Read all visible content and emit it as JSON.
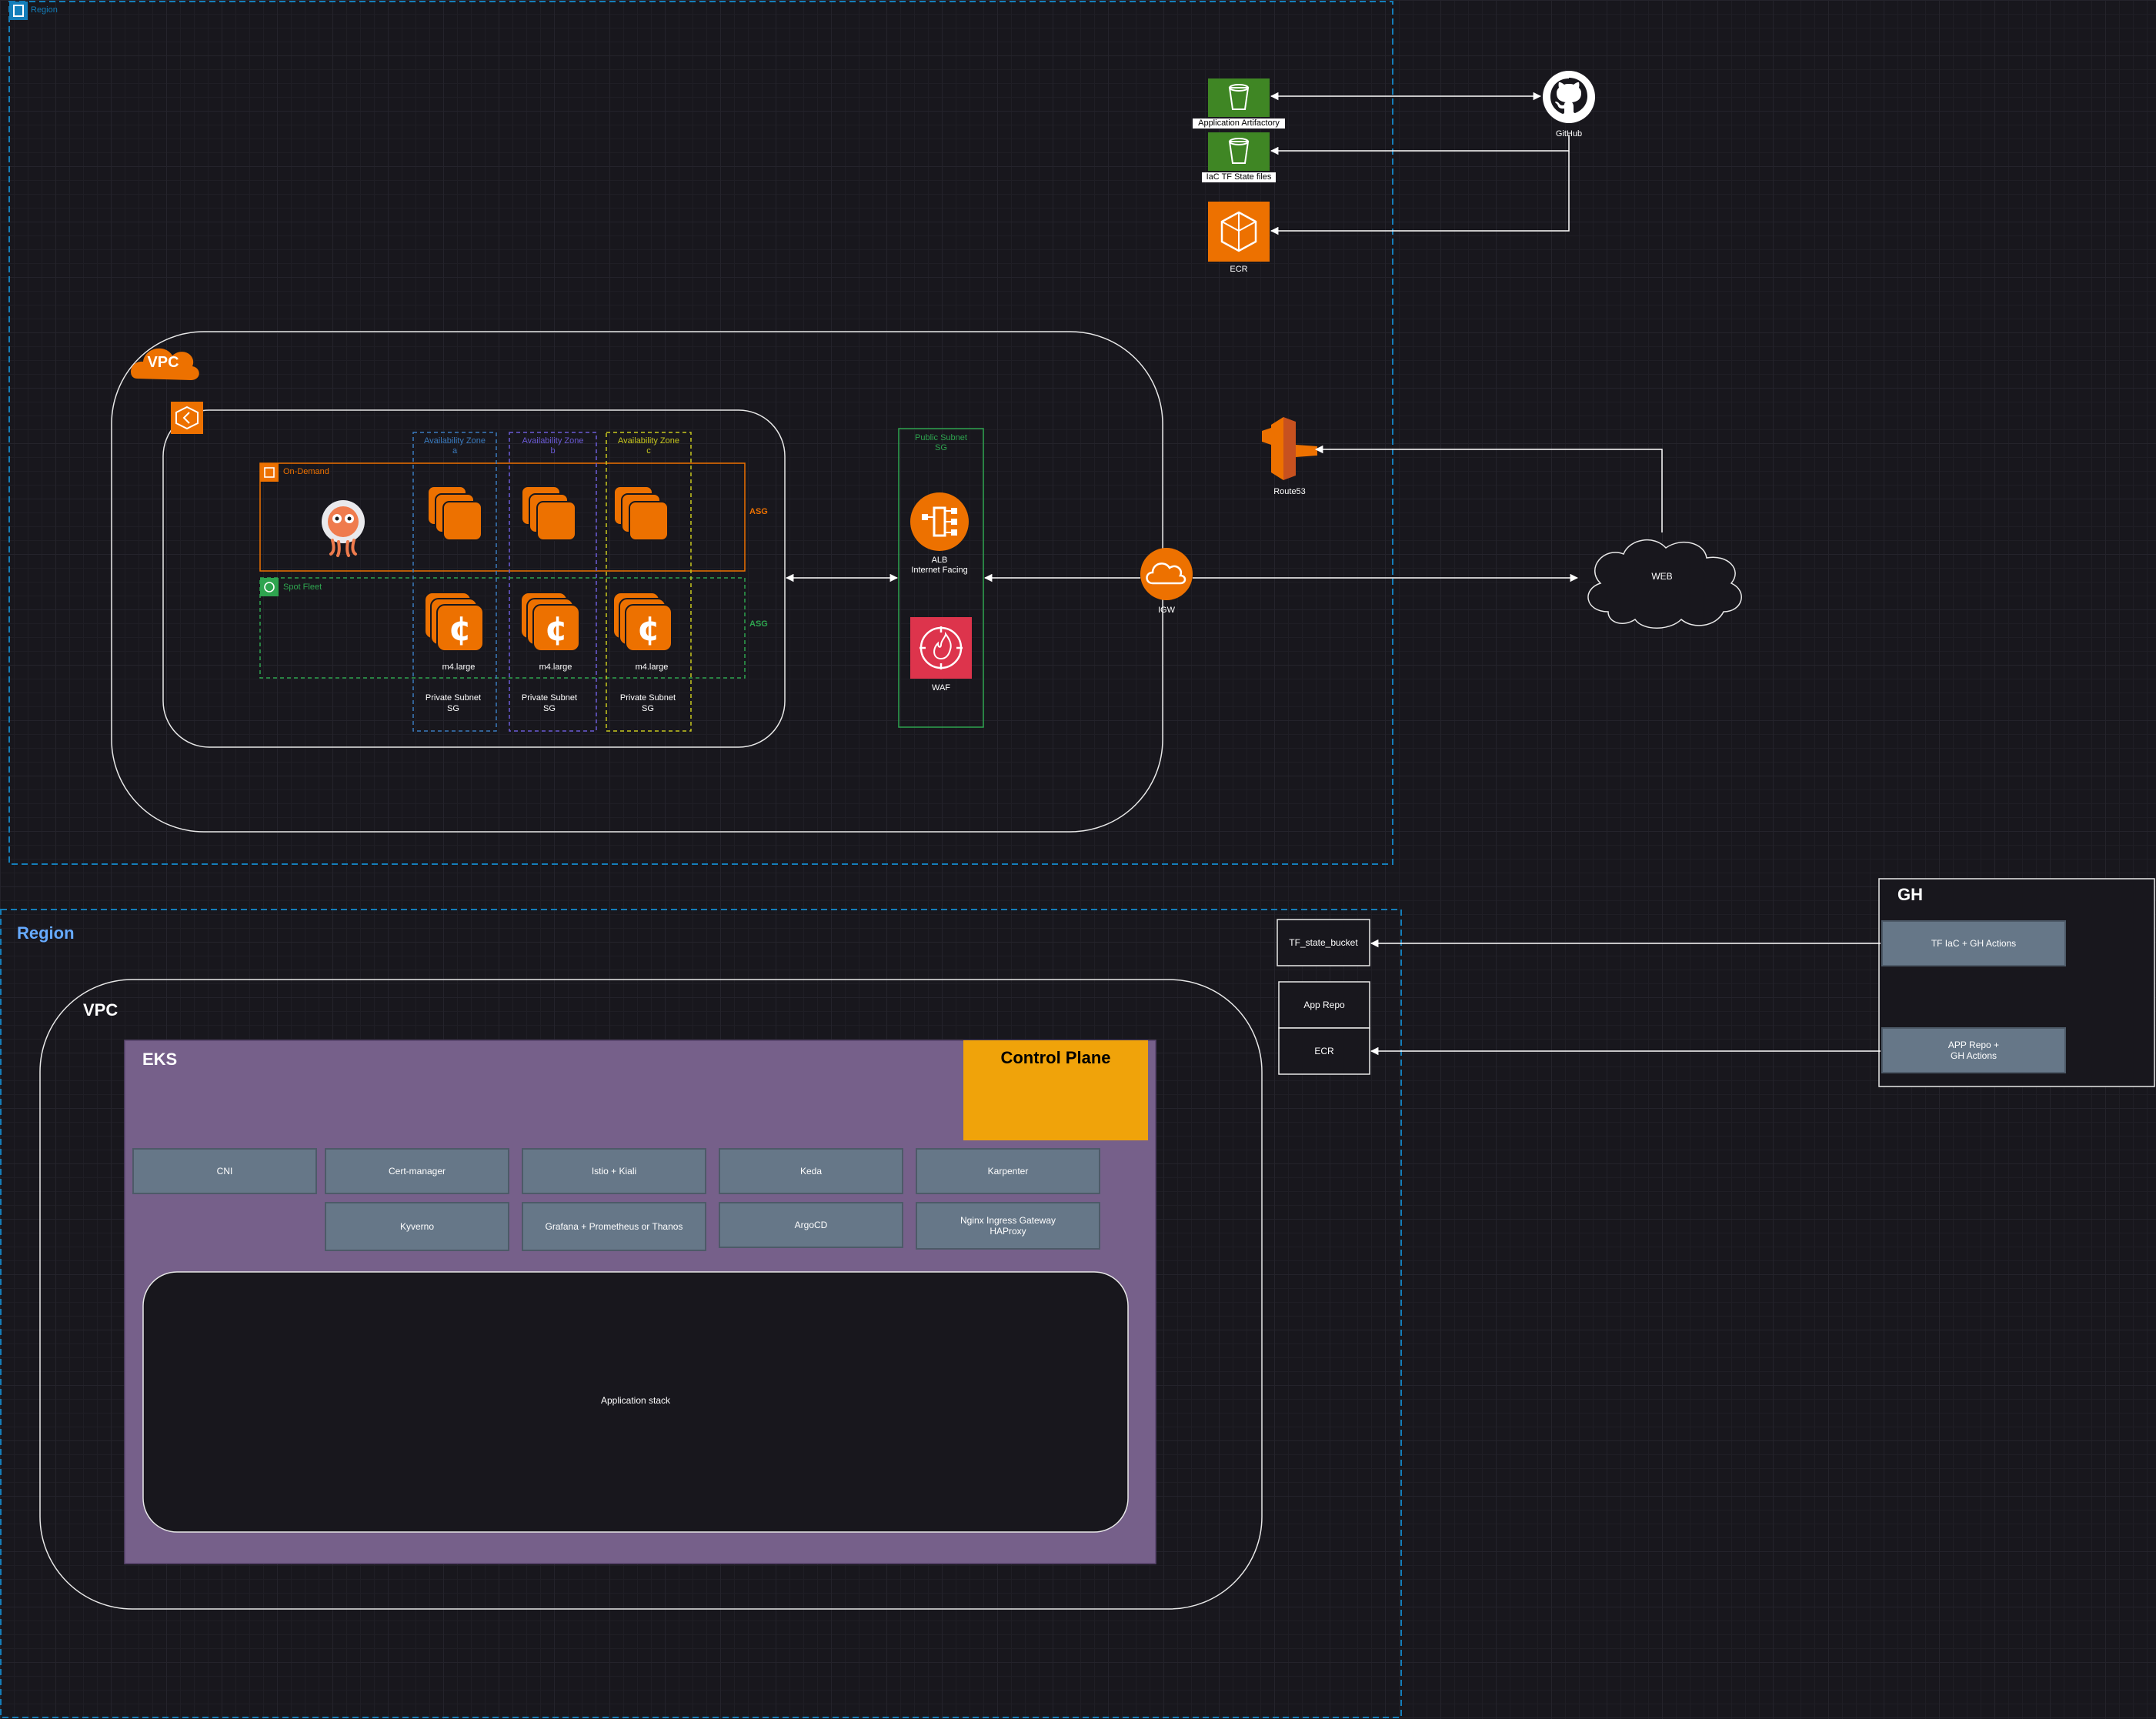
{
  "diagram": {
    "top": {
      "region_label": "Region",
      "vpc_badge": "VPC",
      "on_demand_label": "On-Demand",
      "spot_fleet_label": "Spot Fleet",
      "asg_label_1": "ASG",
      "asg_label_2": "ASG",
      "az_a": "Availability Zone\na",
      "az_b": "Availability Zone\nb",
      "az_c": "Availability Zone\nc",
      "instance_label": "m4.large",
      "subnet_label": "Private Subnet\nSG",
      "public_subnet_label": "Public Subnet\nSG",
      "alb_label": "ALB\nInternet Facing",
      "waf_label": "WAF",
      "igw_label": "IGW",
      "web_label": "WEB",
      "route53_label": "Route53",
      "artifactory_label": "Application Artifactory",
      "tfstate_label": "IaC TF State files",
      "ecr_label": "ECR",
      "github_label": "GitHub"
    },
    "bottom": {
      "region_label": "Region",
      "vpc_label": "VPC",
      "eks_label": "EKS",
      "control_plane_label": "Control Plane",
      "addons_row1": [
        "CNI",
        "Cert-manager",
        "Istio + Kiali",
        "Keda",
        "Karpenter"
      ],
      "addons_row2": [
        "Kyverno",
        "Grafana + Prometheus or Thanos",
        "ArgoCD",
        "Nginx Ingress Gateway\nHAProxy"
      ],
      "app_stack_label": "Application stack",
      "tf_state_bucket": "TF_state_bucket",
      "app_repo": "App Repo",
      "ecr": "ECR",
      "gh_label": "GH",
      "gh_tf_actions": "TF IaC + GH Actions",
      "gh_app_actions": "APP Repo +\nGH Actions"
    },
    "colors": {
      "background": "#18171d",
      "region_border": "#147eba",
      "aws_orange": "#ed7100",
      "s3_green": "#3f8624",
      "waf_red": "#dd344c",
      "eks_purple": "#76608a",
      "control_plane": "#f0a30a",
      "addon_fill": "#667788",
      "az_a": "#3a7bbf",
      "az_b": "#6b5bd6",
      "az_c": "#c8c81e",
      "spot_green": "#2ea44f"
    }
  }
}
